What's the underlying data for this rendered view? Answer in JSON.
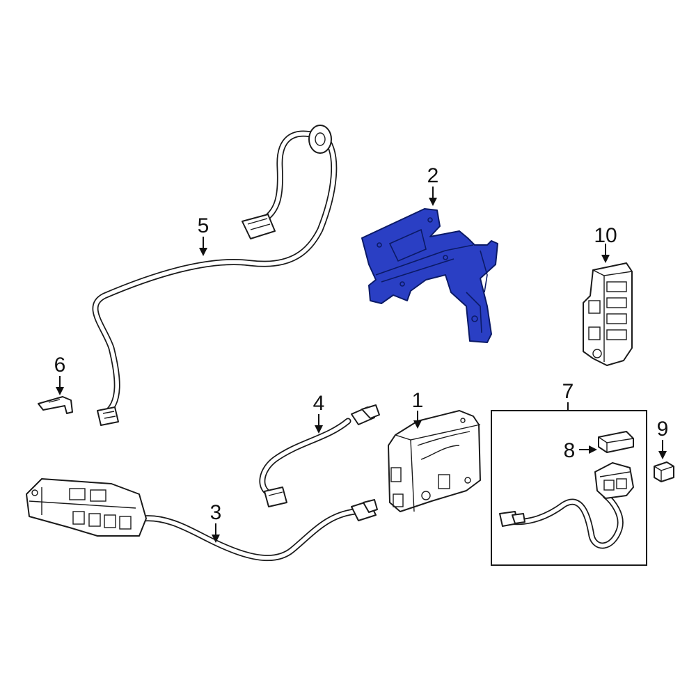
{
  "callouts": {
    "c1": "1",
    "c2": "2",
    "c3": "3",
    "c4": "4",
    "c5": "5",
    "c6": "6",
    "c7": "7",
    "c8": "8",
    "c9": "9",
    "c10": "10"
  },
  "colors": {
    "highlight": "#2a3fc4",
    "line": "#1a1a1a",
    "background": "#ffffff"
  }
}
